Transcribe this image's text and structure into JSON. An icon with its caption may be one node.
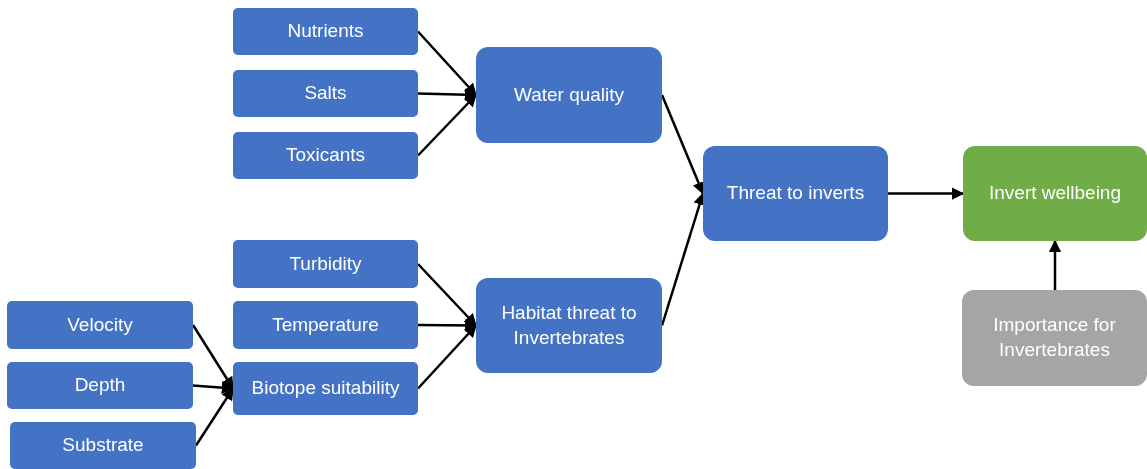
{
  "diagram": {
    "nodes": [
      {
        "text": [
          "Nutrients"
        ]
      },
      {
        "text": [
          "Salts"
        ]
      },
      {
        "text": [
          "Toxicants"
        ]
      },
      {
        "text": [
          "Water quality"
        ]
      },
      {
        "text": [
          "Threat to inverts"
        ]
      },
      {
        "text": [
          "Invert wellbeing"
        ]
      },
      {
        "text": [
          "Turbidity"
        ]
      },
      {
        "text": [
          "Temperature"
        ]
      },
      {
        "text": [
          "Habitat threat to Invertebrates"
        ]
      },
      {
        "text": [
          "Velocity"
        ]
      },
      {
        "text": [
          "Depth"
        ]
      },
      {
        "text": [
          "Biotope suitability"
        ]
      },
      {
        "text": [
          "Substrate"
        ]
      },
      {
        "text": [
          "Importance for Invertebrates"
        ]
      }
    ],
    "edges": [
      {
        "from": 0,
        "to": 3,
        "arrow": "to"
      },
      {
        "from": 1,
        "to": 3,
        "arrow": "to"
      },
      {
        "from": 2,
        "to": 3,
        "arrow": "to"
      },
      {
        "from": 3,
        "to": 4,
        "arrow": "to"
      },
      {
        "from": 8,
        "to": 4,
        "arrow": "to"
      },
      {
        "from": 4,
        "to": 5,
        "arrow": "to"
      },
      {
        "from": 13,
        "to": 5,
        "arrow": "to"
      },
      {
        "from": 6,
        "to": 8,
        "arrow": "to"
      },
      {
        "from": 7,
        "to": 8,
        "arrow": "to"
      },
      {
        "from": 11,
        "to": 8,
        "arrow": "to"
      },
      {
        "from": 9,
        "to": 11,
        "arrow": "to"
      },
      {
        "from": 10,
        "to": 11,
        "arrow": "to"
      },
      {
        "from": 12,
        "to": 11,
        "arrow": "to"
      }
    ]
  }
}
